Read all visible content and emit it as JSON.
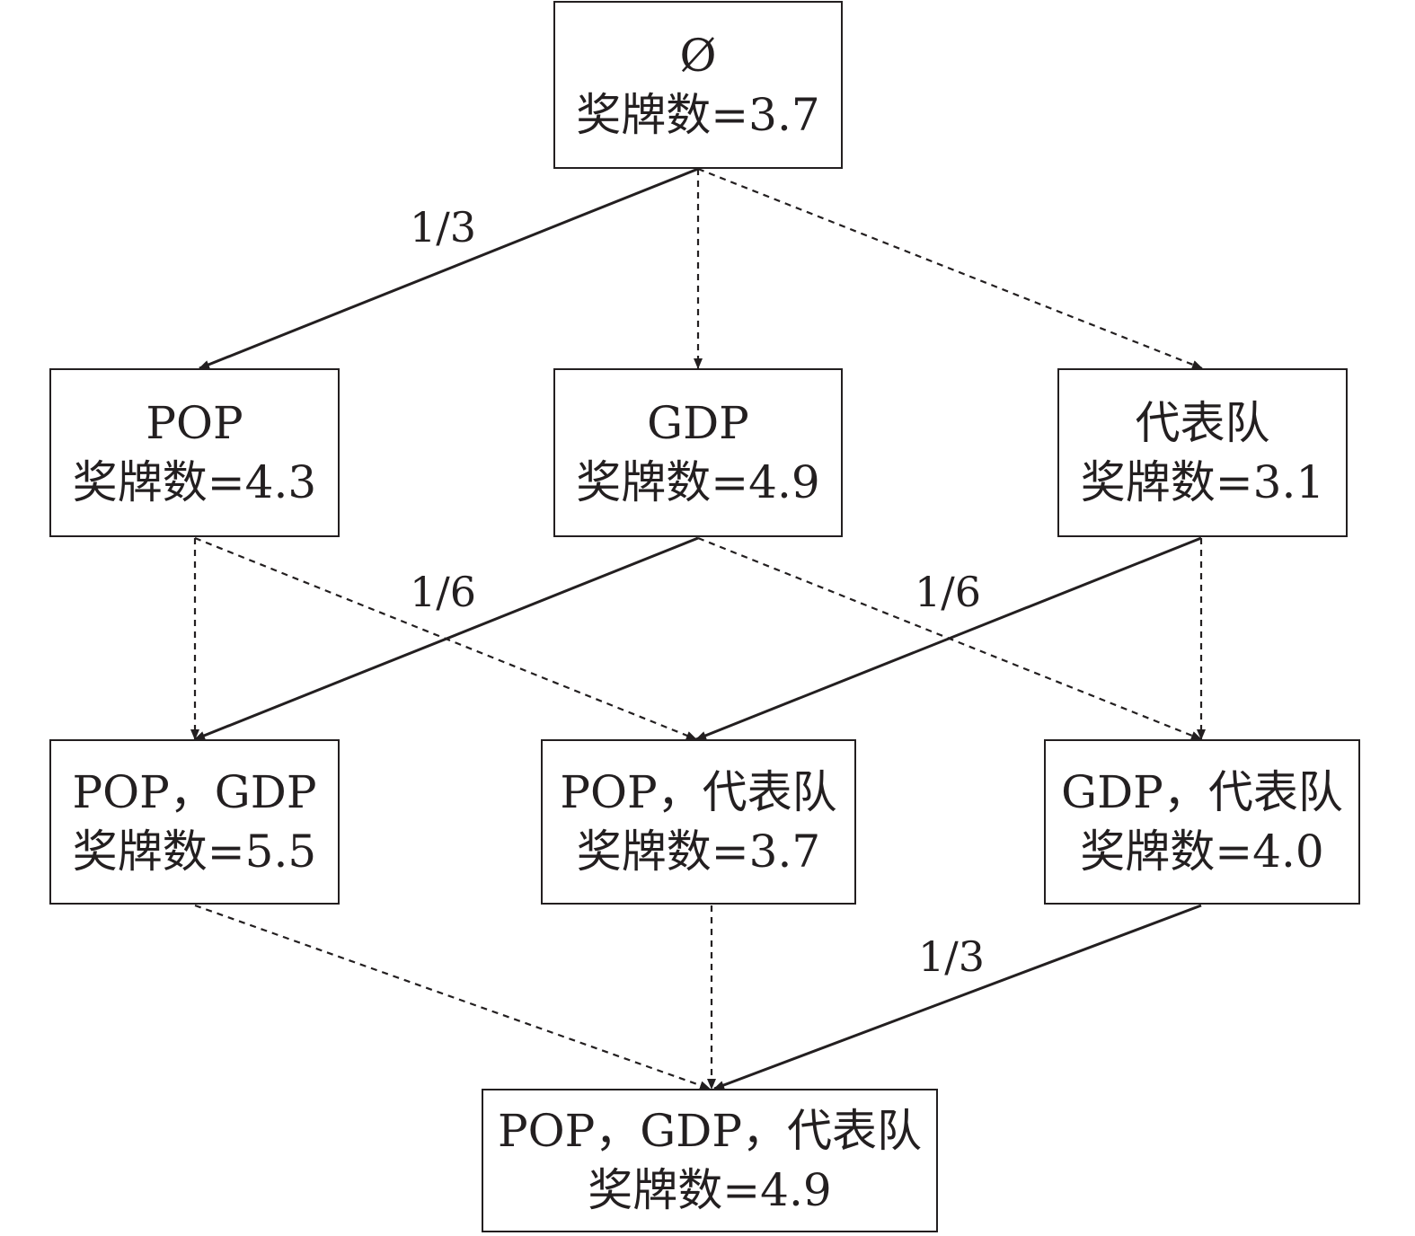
{
  "nodes": {
    "empty": {
      "title": "Ø",
      "value": "奖牌数=3.7"
    },
    "pop": {
      "title": "POP",
      "value": "奖牌数=4.3"
    },
    "gdp": {
      "title": "GDP",
      "value": "奖牌数=4.9"
    },
    "team": {
      "title": "代表队",
      "value": "奖牌数=3.1"
    },
    "pop_gdp": {
      "title": "POP，GDP",
      "value": "奖牌数=5.5"
    },
    "pop_team": {
      "title": "POP，代表队",
      "value": "奖牌数=3.7"
    },
    "gdp_team": {
      "title": "GDP，代表队",
      "value": "奖牌数=4.0"
    },
    "all": {
      "title": "POP，GDP，代表队",
      "value": "奖牌数=4.9"
    }
  },
  "edge_labels": {
    "empty_to_pop": "1/3",
    "gdp_to_pop_gdp": "1/6",
    "team_to_pop_team": "1/6",
    "gdp_team_to_all": "1/3"
  },
  "edges": [
    {
      "from": "empty",
      "to": "pop",
      "style": "solid"
    },
    {
      "from": "empty",
      "to": "gdp",
      "style": "dashed"
    },
    {
      "from": "empty",
      "to": "team",
      "style": "dashed"
    },
    {
      "from": "pop",
      "to": "pop_gdp",
      "style": "dashed"
    },
    {
      "from": "pop",
      "to": "pop_team",
      "style": "dashed"
    },
    {
      "from": "gdp",
      "to": "pop_gdp",
      "style": "solid"
    },
    {
      "from": "gdp",
      "to": "gdp_team",
      "style": "dashed"
    },
    {
      "from": "team",
      "to": "pop_team",
      "style": "solid"
    },
    {
      "from": "team",
      "to": "gdp_team",
      "style": "dashed"
    },
    {
      "from": "pop_gdp",
      "to": "all",
      "style": "dashed"
    },
    {
      "from": "pop_team",
      "to": "all",
      "style": "dashed"
    },
    {
      "from": "gdp_team",
      "to": "all",
      "style": "solid"
    }
  ],
  "colors": {
    "stroke": "#231f20",
    "text": "#231f20",
    "background": "#ffffff"
  }
}
